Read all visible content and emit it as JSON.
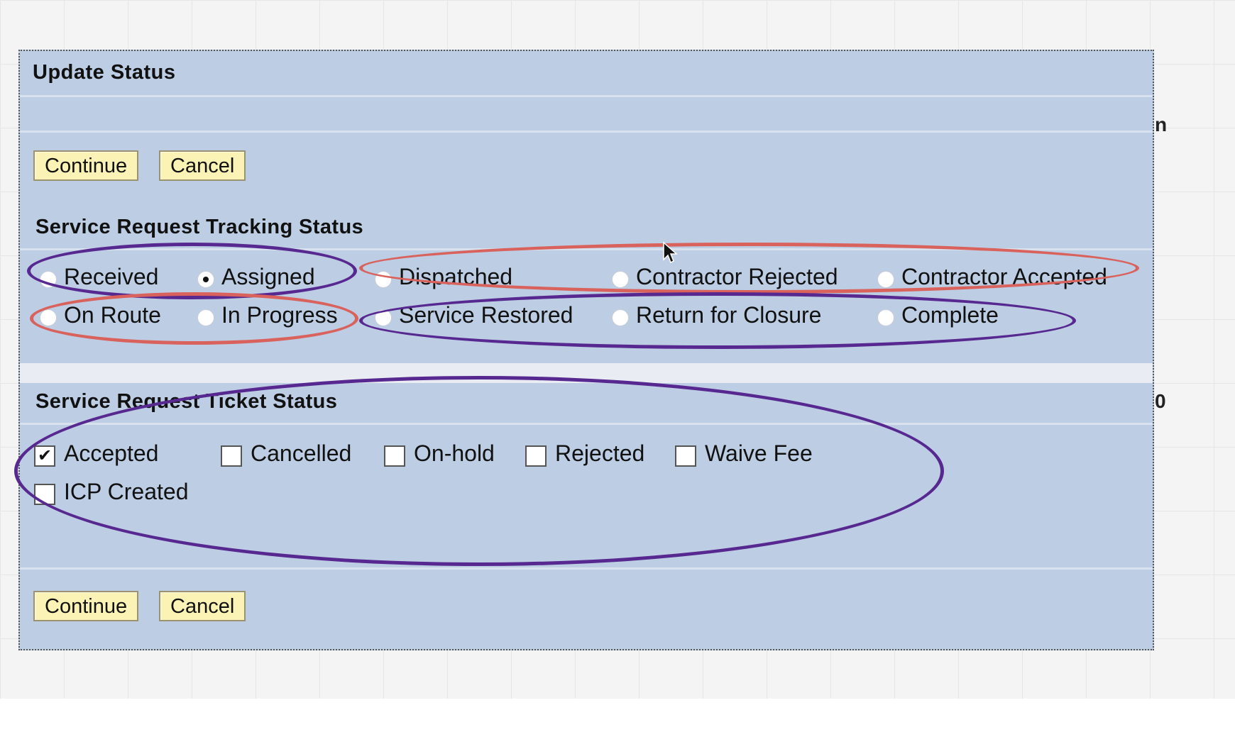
{
  "dialog": {
    "title": "Update Status",
    "buttons": {
      "continue": "Continue",
      "cancel": "Cancel"
    }
  },
  "tracking": {
    "title": "Service Request Tracking Status",
    "options": [
      {
        "label": "Received",
        "checked": false
      },
      {
        "label": "Assigned",
        "checked": true
      },
      {
        "label": "Dispatched",
        "checked": false
      },
      {
        "label": "Contractor Rejected",
        "checked": false
      },
      {
        "label": "Contractor Accepted",
        "checked": false
      },
      {
        "label": "On Route",
        "checked": false
      },
      {
        "label": "In Progress",
        "checked": false
      },
      {
        "label": "Service Restored",
        "checked": false
      },
      {
        "label": "Return for Closure",
        "checked": false
      },
      {
        "label": "Complete",
        "checked": false
      }
    ]
  },
  "ticket": {
    "title": "Service Request Ticket Status",
    "options": [
      {
        "label": "Accepted",
        "checked": true
      },
      {
        "label": "Cancelled",
        "checked": false
      },
      {
        "label": "On-hold",
        "checked": false
      },
      {
        "label": "Rejected",
        "checked": false
      },
      {
        "label": "Waive Fee",
        "checked": false
      },
      {
        "label": "ICP Created",
        "checked": false
      }
    ]
  },
  "underlay": {
    "right_fragment_1": "n",
    "right_fragment_2": "0"
  },
  "colors": {
    "dialog_bg": "#bccde4",
    "button_bg": "#fbf3b5",
    "annotation_red": "#d9625c",
    "annotation_purple": "#57288f"
  }
}
